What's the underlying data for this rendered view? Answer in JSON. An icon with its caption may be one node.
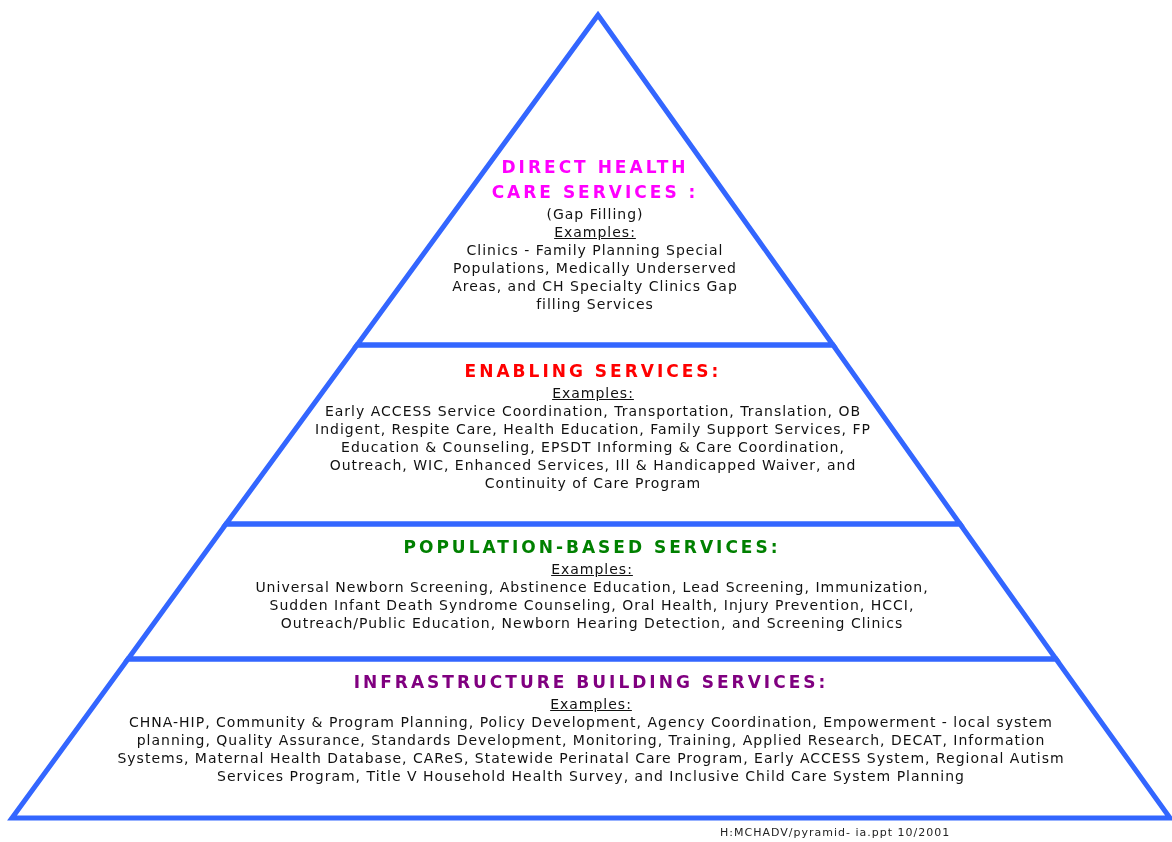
{
  "diagram": {
    "nodes": [
      {
        "text": [
          "DIRECT HEALTH CARE SERVICES :",
          "(Gap Filling)",
          "Examples:",
          "Clinics - Family Planning Special Populations, Medically Underserved Areas, and CH Specialty Clinics Gap filling Services"
        ]
      },
      {
        "text": [
          "ENABLING SERVICES:",
          "Examples:",
          "Early ACCESS Service Coordination, Transportation, Translation, OB Indigent, Respite Care, Health Education, Family Support Services, FP Education & Counseling, EPSDT Informing & Care Coordination, Outreach, WIC, Enhanced Services, Ill & Handicapped Waiver, and Continuity of Care Program"
        ]
      },
      {
        "text": [
          "POPULATION-BASED SERVICES:",
          "Examples:",
          "Universal Newborn Screening, Abstinence Education, Lead Screening, Immunization, Sudden Infant Death Syndrome Counseling, Oral Health, Injury Prevention, HCCI, Outreach/Public Education, Newborn Hearing Detection, and Screening Clinics"
        ]
      },
      {
        "text": [
          "INFRASTRUCTURE BUILDING SERVICES:",
          "Examples:",
          "CHNA-HIP, Community & Program Planning, Policy Development, Agency Coordination, Empowerment - local system planning, Quality Assurance, Standards Development, Monitoring, Training, Applied Research, DECAT, Information Systems, Maternal Health Database, CAReS, Statewide Perinatal Care Program, Early ACCESS System, Regional Autism Services Program, Title V Household Health Survey, and Inclusive Child Care System Planning"
        ]
      }
    ],
    "edges": [],
    "labels": [
      "H:MCHADV/pyramid- ia.ppt 10/2001"
    ]
  }
}
